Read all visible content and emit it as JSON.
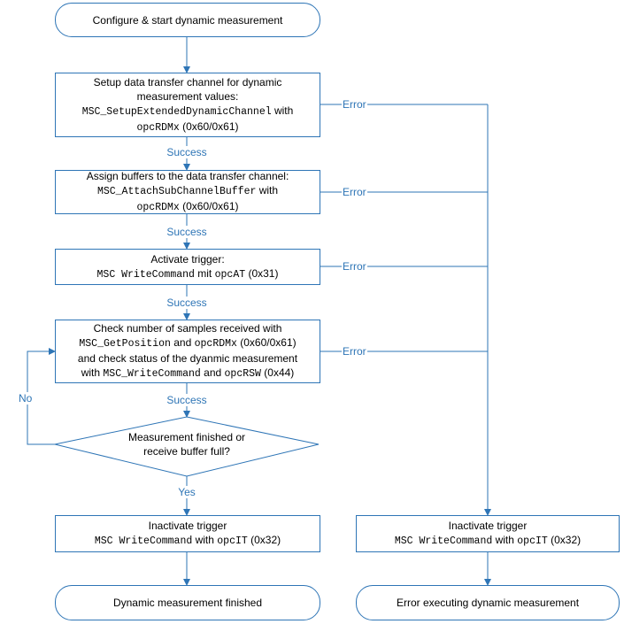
{
  "nodes": {
    "start": "Configure & start dynamic measurement",
    "setup": {
      "l1": "Setup data transfer channel for dynamic",
      "l2": "measurement values:",
      "l3_code": "MSC_SetupExtendedDynamicChannel",
      "l3_text": " with",
      "l4_code": "opcRDMx",
      "l4_text": " (0x60/0x61)"
    },
    "assign": {
      "l1": "Assign buffers to the data transfer channel:",
      "l2_code": "MSC_AttachSubChannelBuffer",
      "l2_text": " with",
      "l3_code": "opcRDMx",
      "l3_text": " (0x60/0x61)"
    },
    "activate": {
      "l1": "Activate trigger:",
      "l2_code": "MSC WriteCommand",
      "l2_mid": " mit ",
      "l2_code2": "opcAT",
      "l2_text": " (0x31)"
    },
    "check": {
      "l1": "Check number of samples received with",
      "l2_code": "MSC_GetPosition",
      "l2_mid": " and ",
      "l2_code2": "opcRDMx",
      "l2_text": " (0x60/0x61)",
      "l3": "and check status of the dyanmic measurement",
      "l4_pre": "with ",
      "l4_code": "MSC_WriteCommand",
      "l4_mid": " and ",
      "l4_code2": "opcRSW",
      "l4_text": " (0x44)"
    },
    "decision": {
      "l1": "Measurement finished or",
      "l2": "receive buffer full?"
    },
    "inactivate_left": {
      "l1": "Inactivate trigger",
      "l2_code": "MSC WriteCommand",
      "l2_mid": " with ",
      "l2_code2": "opcIT",
      "l2_text": " (0x32)"
    },
    "inactivate_right": {
      "l1": "Inactivate trigger",
      "l2_code": "MSC WriteCommand",
      "l2_mid": " with ",
      "l2_code2": "opcIT",
      "l2_text": " (0x32)"
    },
    "end_ok": "Dynamic measurement finished",
    "end_err": "Error executing dynamic measurement"
  },
  "edge_labels": {
    "success": "Success",
    "error": "Error",
    "yes": "Yes",
    "no": "No"
  },
  "colors": {
    "stroke": "#2e75b6",
    "label": "#2e75b6",
    "text": "#000000"
  }
}
